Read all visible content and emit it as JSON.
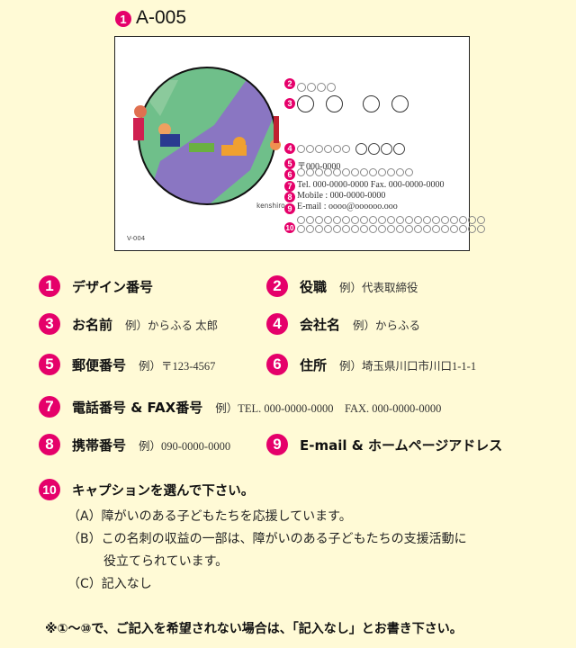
{
  "header": {
    "badge": "1",
    "title": "A-005"
  },
  "card": {
    "design_code": "V-004",
    "artist": "kenshiro",
    "lines": [
      {
        "badge": "2",
        "circles": 4,
        "size": "small"
      },
      {
        "badge": "3",
        "circles": 4,
        "size": "large"
      },
      {
        "badge": "4",
        "text_small_circles": 6,
        "large_circles": 4
      },
      {
        "badge": "5",
        "text": "〒000-0000"
      },
      {
        "badge": "6",
        "circles": 13,
        "size": "small"
      },
      {
        "badge": "7",
        "text": "Tel. 000-0000-0000  Fax. 000-0000-0000"
      },
      {
        "badge": "8",
        "text": "Mobile : 000-0000-0000"
      },
      {
        "badge": "9",
        "text": "E-mail : oooo@oooooo.ooo"
      },
      {
        "badge": "10",
        "circles": 21,
        "rows": 2
      }
    ]
  },
  "fields": [
    {
      "num": "1",
      "label": "デザイン番号",
      "example": ""
    },
    {
      "num": "2",
      "label": "役職",
      "example": "例）代表取締役"
    },
    {
      "num": "3",
      "label": "お名前",
      "example": "例）からふる 太郎"
    },
    {
      "num": "4",
      "label": "会社名",
      "example": "例）からふる"
    },
    {
      "num": "5",
      "label": "郵便番号",
      "example": "例）〒123-4567"
    },
    {
      "num": "6",
      "label": "住所",
      "example": "例）埼玉県川口市川口1-1-1"
    },
    {
      "num": "7",
      "label": "電話番号 & FAX番号",
      "example": "例）TEL. 000-0000-0000　FAX. 000-0000-0000"
    },
    {
      "num": "8",
      "label": "携帯番号",
      "example": "例）090-0000-0000"
    },
    {
      "num": "9",
      "label": "E-mail & ホームページアドレス",
      "example": ""
    }
  ],
  "caption": {
    "num": "10",
    "title": "キャプションを選んで下さい。",
    "options": [
      {
        "key": "（A）",
        "text": "障がいのある子どもたちを応援しています。"
      },
      {
        "key": "（B）",
        "text": "この名刺の収益の一部は、障がいのある子どもたちの支援活動に",
        "cont": "役立てられています。"
      },
      {
        "key": "（C）",
        "text": "記入なし"
      }
    ]
  },
  "footnote": "※①～⑩で、ご記入を希望されない場合は、「記入なし」とお書き下さい。",
  "colors": {
    "background": "#fffad6",
    "badge": "#e5006a"
  }
}
